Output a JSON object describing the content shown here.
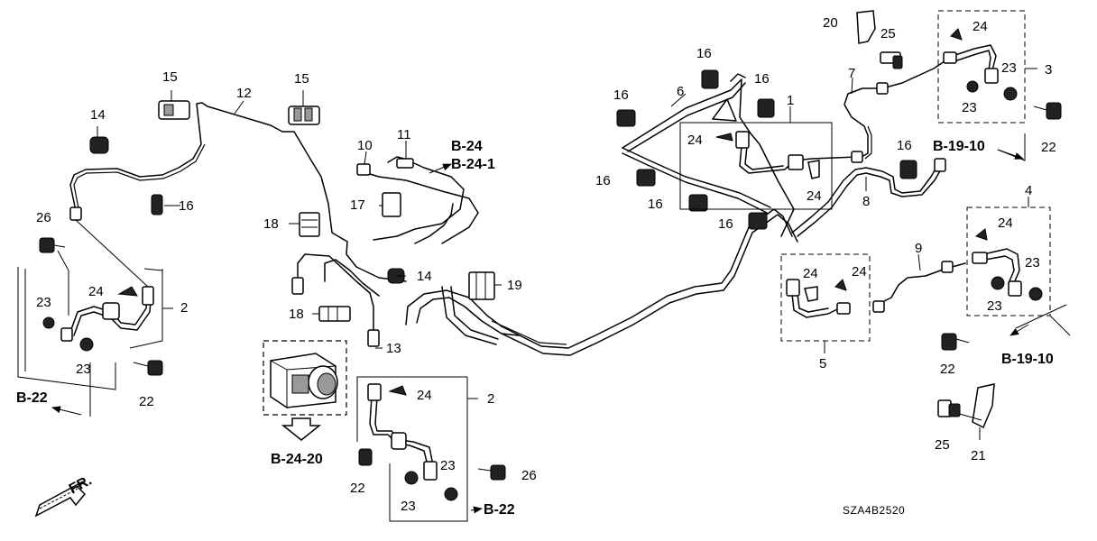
{
  "callouts": {
    "n1": "1",
    "n2a": "2",
    "n2b": "2",
    "n3": "3",
    "n4": "4",
    "n5": "5",
    "n6": "6",
    "n7": "7",
    "n8": "8",
    "n9": "9",
    "n10": "10",
    "n11": "11",
    "n12": "12",
    "n13": "13",
    "n14a": "14",
    "n14b": "14",
    "n15a": "15",
    "n15b": "15",
    "n16a": "16",
    "n16b": "16",
    "n16c": "16",
    "n16d": "16",
    "n16e": "16",
    "n16f": "16",
    "n16g": "16",
    "n16h": "16",
    "n17": "17",
    "n18a": "18",
    "n18b": "18",
    "n19": "19",
    "n20": "20",
    "n21": "21",
    "n22a": "22",
    "n22b": "22",
    "n22c": "22",
    "n22d": "22",
    "n23a": "23",
    "n23b": "23",
    "n23c": "23",
    "n23d": "23",
    "n23e": "23",
    "n23f": "23",
    "n23g": "23",
    "n23h": "23",
    "n24a": "24",
    "n24b": "24",
    "n24c": "24",
    "n24d": "24",
    "n24e": "24",
    "n24f": "24",
    "n24g": "24",
    "n24h": "24",
    "n25a": "25",
    "n25b": "25",
    "n26a": "26",
    "n26b": "26"
  },
  "references": {
    "b24": "B-24",
    "b241": "B-24-1",
    "b1910a": "B-19-10",
    "b1910b": "B-19-10",
    "b22a": "B-22",
    "b22b": "B-22",
    "b2420": "B-24-20"
  },
  "front_label": "FR.",
  "diagram_code": "SZA4B2520"
}
